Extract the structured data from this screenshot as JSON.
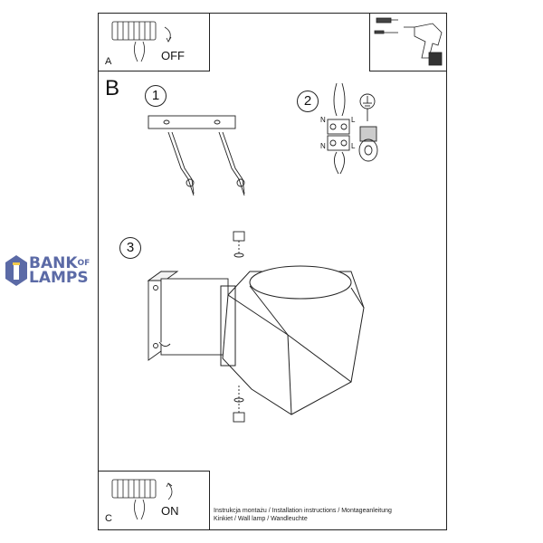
{
  "panels": {
    "a_label": "A",
    "a_action": "OFF",
    "b_label": "B",
    "c_label": "C",
    "c_action": "ON"
  },
  "steps": [
    "1",
    "2",
    "3"
  ],
  "wiring": {
    "n": "N",
    "l": "L"
  },
  "caption": {
    "line1": "Instrukcja montażu / Installation instructions / Montageanleitung",
    "line2": "Kinkiet  / Wall lamp / Wandleuchte"
  },
  "brand": {
    "name_top": "BANK",
    "name_of": "OF",
    "name_bottom": "LAMPS",
    "color": "#5b6aa6"
  },
  "icons": [
    "switch-off-icon",
    "switch-on-icon",
    "drill-icon",
    "wall-plug-icon",
    "ground-icon",
    "lighthouse-logo-icon"
  ]
}
